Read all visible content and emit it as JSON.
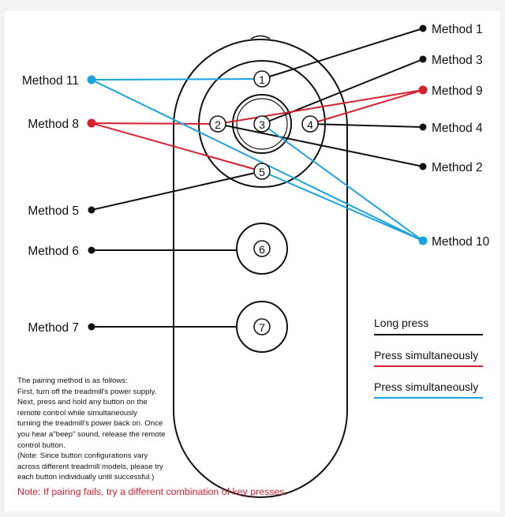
{
  "colors": {
    "long_press": "#111111",
    "press_red": "#d6202f",
    "press_blue": "#1aa3df"
  },
  "buttons": [
    "1",
    "2",
    "3",
    "4",
    "5",
    "6",
    "7"
  ],
  "methods": {
    "m1": "Method 1",
    "m2": "Method 2",
    "m3": "Method 3",
    "m4": "Method 4",
    "m5": "Method 5",
    "m6": "Method 6",
    "m7": "Method 7",
    "m8": "Method 8",
    "m9": "Method 9",
    "m10": "Method 10",
    "m11": "Method 11"
  },
  "legend": {
    "long_press": "Long press",
    "press_simultaneously_red": "Press simultaneously",
    "press_simultaneously_blue": "Press simultaneously"
  },
  "notes": [
    "The pairing method is as follows:",
    "First, turn off the treadmill's power supply.",
    "Next, press and hold any button on the",
    "remote control while simultaneously",
    "turning the treadmill's power back on. Once",
    "you hear a\"beep\" sound, release the remote",
    "control button.",
    "(Note: Since button configurations vary",
    "across different treadmill models, please try",
    "each button individually until successful.)"
  ],
  "warning": "Note: If pairing fails, try a different combination of key presses."
}
